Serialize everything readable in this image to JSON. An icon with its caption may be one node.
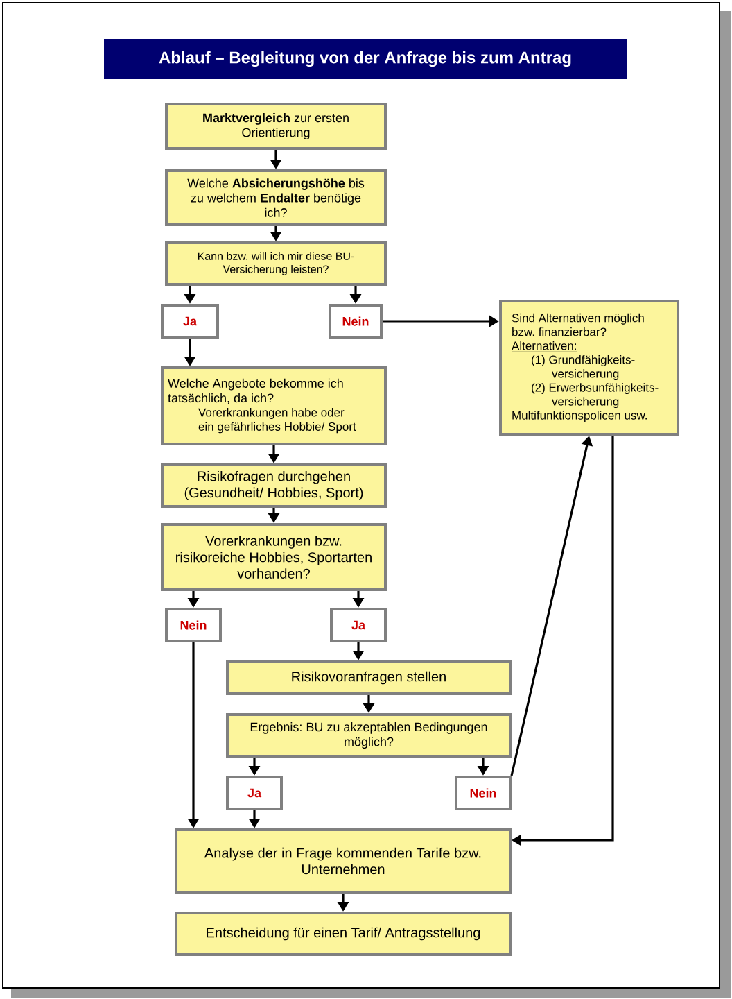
{
  "diagram": {
    "title": "Ablauf – Begleitung von der Anfrage bis zum Antrag",
    "nodes": [
      {
        "text": [
          "**Marktvergleich** zur ersten Orientierung"
        ]
      },
      {
        "text": [
          "Welche **Absicherungshöhe** bis zu welchem **Endalter** benötige ich?"
        ]
      },
      {
        "text": [
          "Kann bzw. will ich mir diese BU- Versicherung leisten?"
        ]
      },
      {
        "text": [
          "Ja"
        ]
      },
      {
        "text": [
          "Nein"
        ]
      },
      {
        "text": [
          "Sind Alternativen möglich bzw. finanzierbar?",
          "Alternativen:",
          "(1) Grundfähigkeits- versicherung",
          "(2) Erwerbsunfähigkeits- versicherung",
          "Multifunktionspolicen usw."
        ]
      },
      {
        "text": [
          "Welche Angebote bekomme ich tatsächlich, da ich?",
          "Vorerkrankungen habe oder ein gefährliches Hobbie/ Sport"
        ]
      },
      {
        "text": [
          "Risikofragen durchgehen (Gesundheit/ Hobbies, Sport)"
        ]
      },
      {
        "text": [
          "Vorerkrankungen bzw. risikoreiche Hobbies, Sportarten vorhanden?"
        ]
      },
      {
        "text": [
          "Nein"
        ]
      },
      {
        "text": [
          "Ja"
        ]
      },
      {
        "text": [
          "Risikovoranfragen stellen"
        ]
      },
      {
        "text": [
          "Ergebnis: BU zu akzeptablen Bedingungen möglich?"
        ]
      },
      {
        "text": [
          "Ja"
        ]
      },
      {
        "text": [
          "Nein"
        ]
      },
      {
        "text": [
          "Analyse der in Frage kommenden Tarife bzw. Unternehmen"
        ]
      },
      {
        "text": [
          "Entscheidung für einen Tarif/ Antragsstellung"
        ]
      }
    ],
    "edges": [
      {
        "from": 0,
        "to": 1,
        "arrow": "to"
      },
      {
        "from": 1,
        "to": 2,
        "arrow": "to"
      },
      {
        "from": 2,
        "to": 3,
        "arrow": "to"
      },
      {
        "from": 2,
        "to": 4,
        "arrow": "to"
      },
      {
        "from": 4,
        "to": 5,
        "arrow": "to"
      },
      {
        "from": 3,
        "to": 6,
        "arrow": "to"
      },
      {
        "from": 6,
        "to": 7,
        "arrow": "to"
      },
      {
        "from": 7,
        "to": 8,
        "arrow": "to"
      },
      {
        "from": 8,
        "to": 9,
        "arrow": "to"
      },
      {
        "from": 8,
        "to": 10,
        "arrow": "to"
      },
      {
        "from": 10,
        "to": 11,
        "arrow": "to"
      },
      {
        "from": 11,
        "to": 12,
        "arrow": "to"
      },
      {
        "from": 12,
        "to": 13,
        "arrow": "to"
      },
      {
        "from": 12,
        "to": 14,
        "arrow": "to"
      },
      {
        "from": 14,
        "to": 5,
        "arrow": "to"
      },
      {
        "from": 9,
        "to": 15,
        "arrow": "to"
      },
      {
        "from": 13,
        "to": 15,
        "arrow": "to"
      },
      {
        "from": 5,
        "to": 15,
        "arrow": "to"
      },
      {
        "from": 15,
        "to": 16,
        "arrow": "to"
      }
    ]
  }
}
